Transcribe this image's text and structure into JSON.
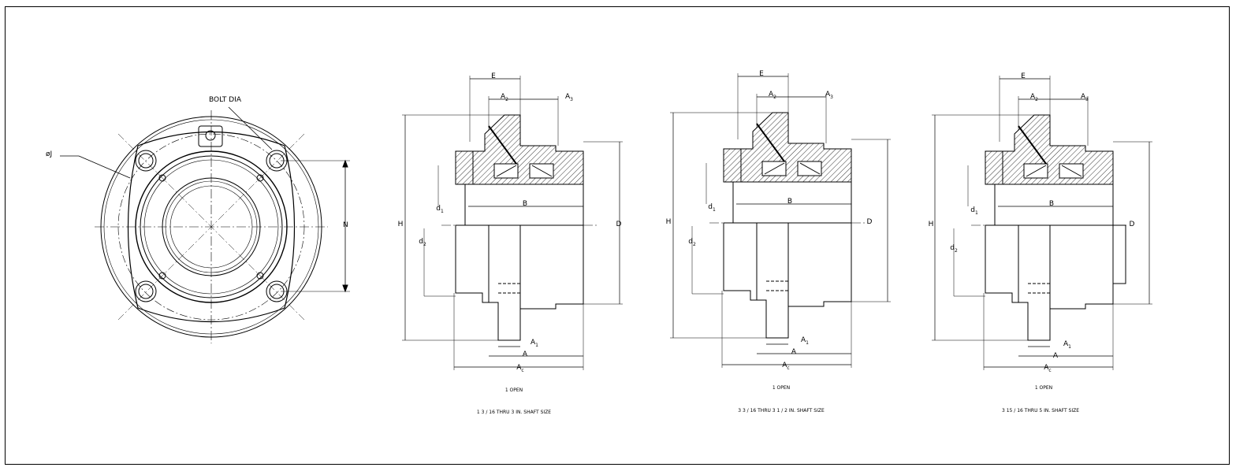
{
  "front_view": {
    "bolt_dia_label": "BOLT DIA",
    "phi_j_label": "øJ",
    "n_label": "N"
  },
  "views": [
    {
      "dims": {
        "E": "E",
        "A2": "A",
        "A2_sub": "2",
        "A3": "A",
        "A3_sub": "3",
        "B": "B",
        "H": "H",
        "D": "D",
        "d1": "d",
        "d1_sub": "1",
        "d2": "d",
        "d2_sub": "2",
        "A1": "A",
        "A1_sub": "1",
        "A": "A",
        "Ac": "A",
        "Ac_sub": "c"
      },
      "open_label": "1 OPEN",
      "shaft_label": "1 3 / 16 THRU 3 IN. SHAFT SIZE"
    },
    {
      "dims": {
        "E": "E",
        "A2": "A",
        "A2_sub": "2",
        "A3": "A",
        "A3_sub": "3",
        "B": "B",
        "H": "H",
        "D": "D",
        "d1": "d",
        "d1_sub": "1",
        "d2": "d",
        "d2_sub": "2",
        "A1": "A",
        "A1_sub": "1",
        "A": "A",
        "Ac": "A",
        "Ac_sub": "c"
      },
      "open_label": "1 OPEN",
      "shaft_label": "3 3 / 16 THRU  3 1 / 2  IN. SHAFT SIZE"
    },
    {
      "dims": {
        "E": "E",
        "A2": "A",
        "A2_sub": "2",
        "A3": "A",
        "A3_sub": "3",
        "B": "B",
        "H": "H",
        "D": "D",
        "d1": "d",
        "d1_sub": "1",
        "d2": "d",
        "d2_sub": "2",
        "A1": "A",
        "A1_sub": "1",
        "A": "A",
        "Ac": "A",
        "Ac_sub": "c"
      },
      "open_label": "1 OPEN",
      "shaft_label": "3 15 / 16 THRU  5  IN. SHAFT SIZE"
    }
  ]
}
